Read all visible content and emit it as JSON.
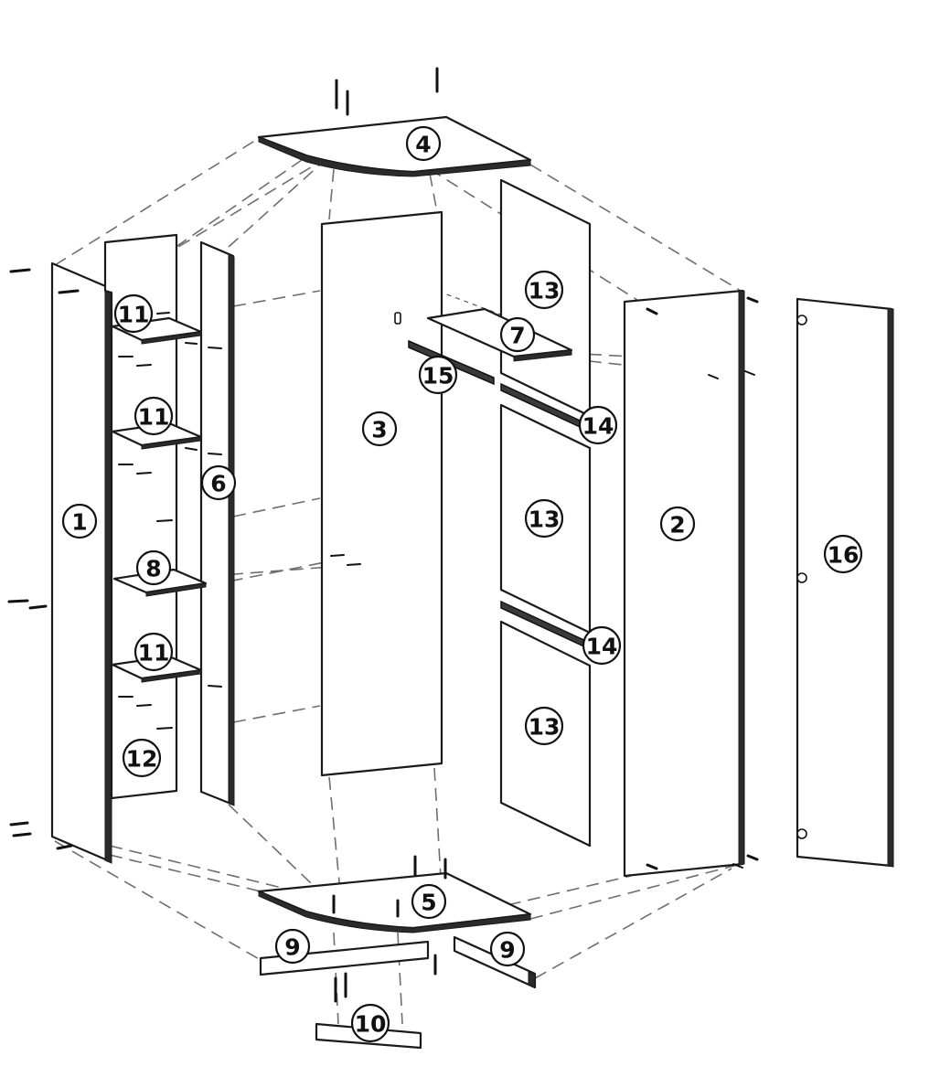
{
  "callouts": [
    {
      "id": "part-1",
      "label": "1"
    },
    {
      "id": "part-2",
      "label": "2"
    },
    {
      "id": "part-3",
      "label": "3"
    },
    {
      "id": "part-4",
      "label": "4"
    },
    {
      "id": "part-5",
      "label": "5"
    },
    {
      "id": "part-6",
      "label": "6"
    },
    {
      "id": "part-7",
      "label": "7"
    },
    {
      "id": "part-8",
      "label": "8"
    },
    {
      "id": "part-9a",
      "label": "9"
    },
    {
      "id": "part-9b",
      "label": "9"
    },
    {
      "id": "part-10",
      "label": "10"
    },
    {
      "id": "part-11a",
      "label": "11"
    },
    {
      "id": "part-11b",
      "label": "11"
    },
    {
      "id": "part-11c",
      "label": "11"
    },
    {
      "id": "part-12",
      "label": "12"
    },
    {
      "id": "part-13a",
      "label": "13"
    },
    {
      "id": "part-13b",
      "label": "13"
    },
    {
      "id": "part-13c",
      "label": "13"
    },
    {
      "id": "part-14a",
      "label": "14"
    },
    {
      "id": "part-14b",
      "label": "14"
    },
    {
      "id": "part-15",
      "label": "15"
    },
    {
      "id": "part-16",
      "label": "16"
    }
  ]
}
